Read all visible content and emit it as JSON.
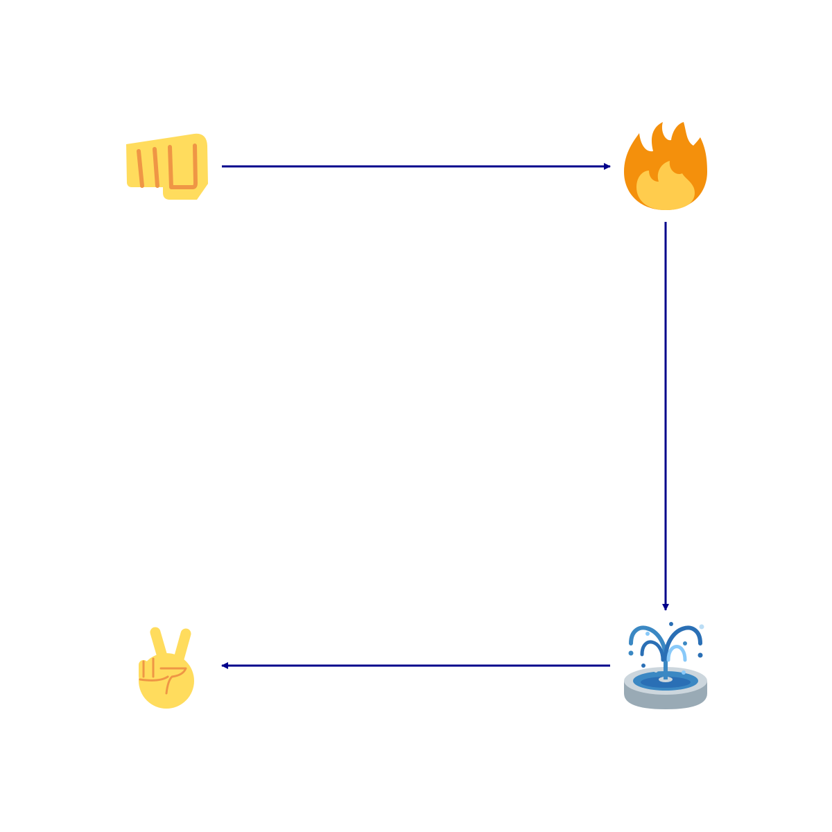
{
  "diagram": {
    "nodes": [
      {
        "id": "fist",
        "icon": "oncoming-fist-icon"
      },
      {
        "id": "fire",
        "icon": "fire-icon"
      },
      {
        "id": "fountain",
        "icon": "fountain-icon"
      },
      {
        "id": "victory",
        "icon": "victory-hand-icon"
      }
    ],
    "edges": [
      {
        "from": "fist",
        "to": "fire"
      },
      {
        "from": "fire",
        "to": "fountain"
      },
      {
        "from": "fountain",
        "to": "victory"
      }
    ],
    "colors": {
      "edge": "#00008b",
      "skin": "#ffdc5d",
      "skin_line": "#ef9645",
      "fire_outer": "#f4900c",
      "fire_inner": "#ffcc4d",
      "water_dark": "#2a6fb5",
      "water_mid": "#3b88c3",
      "water_light": "#88c9f9",
      "basin": "#99aab5",
      "basin_light": "#ccd6dd"
    }
  }
}
